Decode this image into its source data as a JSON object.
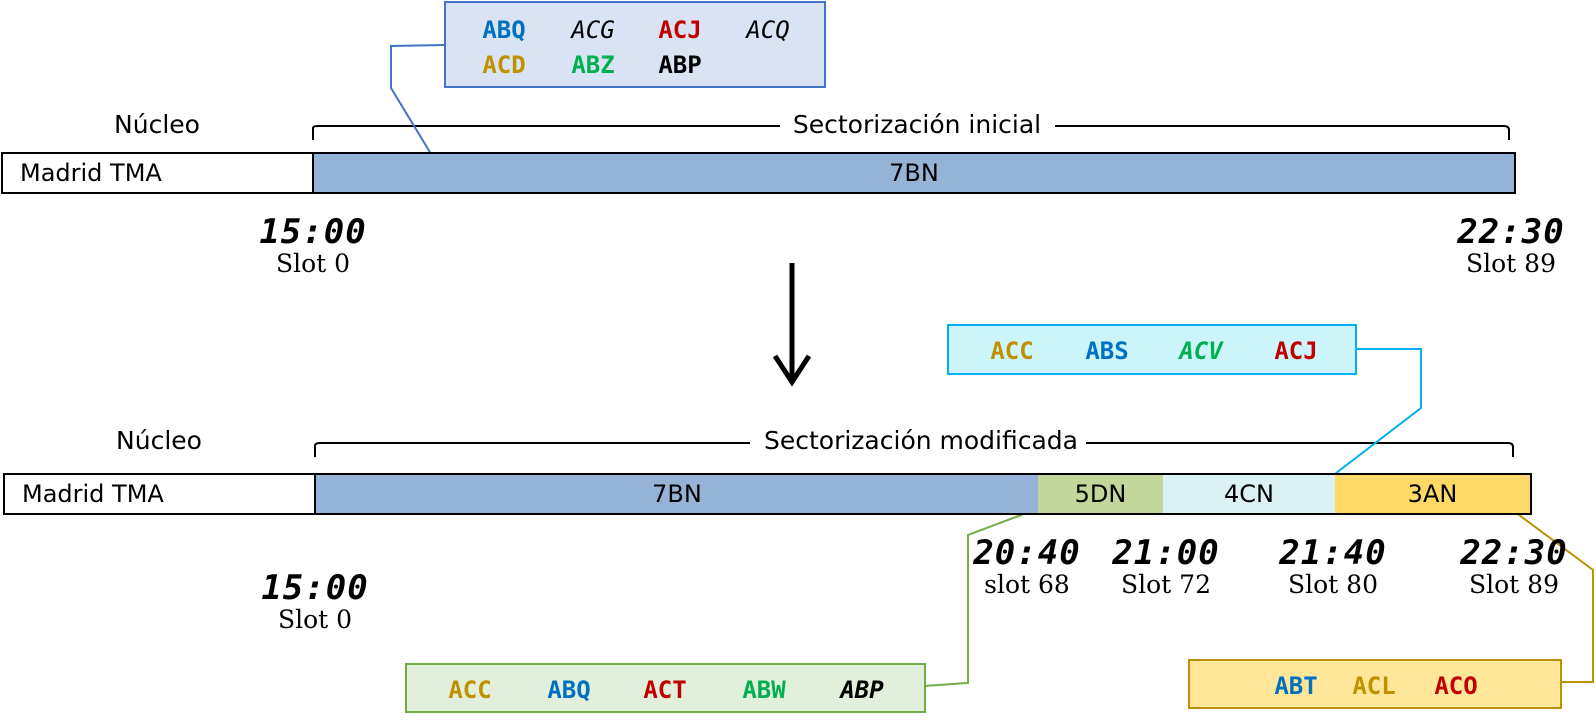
{
  "top": {
    "core_header": "Núcleo",
    "core_label": "Madrid TMA",
    "section_title": "Sectorización inicial",
    "segments": [
      {
        "label": "7BN",
        "color": "#95b3d7"
      }
    ],
    "times": [
      {
        "clock": "15:00",
        "slot": "Slot 0"
      },
      {
        "clock": "22:30",
        "slot": "Slot 89"
      }
    ],
    "codes_box": {
      "border_color": "#4472c4",
      "fill_color": "#dae3f3",
      "rows": [
        [
          {
            "text": "ABQ",
            "color": "#0070c0",
            "style": "bold"
          },
          {
            "text": "ACG",
            "color": "#000000",
            "style": "italic"
          },
          {
            "text": "ACJ",
            "color": "#c00000",
            "style": "bold"
          },
          {
            "text": "ACQ",
            "color": "#000000",
            "style": "italic"
          }
        ],
        [
          {
            "text": "ACD",
            "color": "#bf9000",
            "style": "bold"
          },
          {
            "text": "ABZ",
            "color": "#00b050",
            "style": "bold"
          },
          {
            "text": "ABP",
            "color": "#000000",
            "style": "bold"
          }
        ]
      ]
    }
  },
  "bottom": {
    "core_header": "Núcleo",
    "core_label": "Madrid TMA",
    "section_title": "Sectorización modificada",
    "segments": [
      {
        "label": "7BN",
        "color": "#95b3d7"
      },
      {
        "label": "5DN",
        "color": "#c4d79b"
      },
      {
        "label": "4CN",
        "color": "#daf2f4"
      },
      {
        "label": "3AN",
        "color": "#ffd966"
      }
    ],
    "times": [
      {
        "clock": "15:00",
        "slot": "Slot 0"
      },
      {
        "clock": "20:40",
        "slot": "slot 68"
      },
      {
        "clock": "21:00",
        "slot": "Slot 72"
      },
      {
        "clock": "21:40",
        "slot": "Slot 80"
      },
      {
        "clock": "22:30",
        "slot": "Slot 89"
      }
    ],
    "codes_4cn": {
      "border_color": "#00b0f0",
      "fill_color": "#ccf5fb",
      "items": [
        {
          "text": "ACC",
          "color": "#bf9000",
          "style": "bold"
        },
        {
          "text": "ABS",
          "color": "#0070c0",
          "style": "bold"
        },
        {
          "text": "ACV",
          "color": "#00b050",
          "style": "bolditalic"
        },
        {
          "text": "ACJ",
          "color": "#c00000",
          "style": "bold"
        }
      ]
    },
    "codes_5dn": {
      "border_color": "#70ad47",
      "fill_color": "#e2efda",
      "items": [
        {
          "text": "ACC",
          "color": "#bf9000",
          "style": "bold"
        },
        {
          "text": "ABQ",
          "color": "#0070c0",
          "style": "bold"
        },
        {
          "text": "ACT",
          "color": "#c00000",
          "style": "bold"
        },
        {
          "text": "ABW",
          "color": "#00b050",
          "style": "bold"
        },
        {
          "text": "ABP",
          "color": "#000000",
          "style": "bolditalic"
        }
      ]
    },
    "codes_3an": {
      "border_color": "#bf9000",
      "fill_color": "#ffe699",
      "items": [
        {
          "text": "ABT",
          "color": "#0070c0",
          "style": "bold"
        },
        {
          "text": "ACL",
          "color": "#bf9000",
          "style": "bold"
        },
        {
          "text": "ACO",
          "color": "#c00000",
          "style": "bold"
        }
      ]
    }
  }
}
